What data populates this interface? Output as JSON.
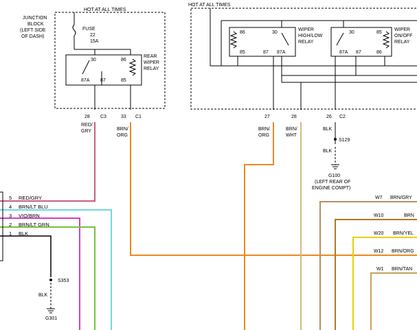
{
  "labels": {
    "junction_block": [
      "JUNCTION",
      "BLOCK",
      "(LEFT SIDE",
      "OF DASH)"
    ],
    "hot_left": "HOT AT ALL TIMES",
    "hot_right": "HOT AT ALL TIMES",
    "fuse": [
      "FUSE",
      "22",
      "15A"
    ],
    "rear_relay": [
      "REAR",
      "WIPER",
      "RELAY"
    ],
    "hl_relay": [
      "WIPER",
      "HIGH/LOW",
      "RELAY"
    ],
    "onoff_relay": [
      "WIPER",
      "ON/OFF",
      "RELAY"
    ],
    "ground_g100": [
      "G100",
      "(LEFT REAR OF",
      "ENGINE COMPT)"
    ],
    "splice_s129": "S129",
    "splice_s353": "S353",
    "ground_g301": "G301"
  },
  "pins": {
    "rear": [
      "30",
      "86",
      "87A",
      "87",
      "85"
    ],
    "hl": [
      "86",
      "30",
      "85",
      "87",
      "87A"
    ],
    "onoff": [
      "30",
      "85",
      "87A",
      "87",
      "86"
    ]
  },
  "connectors": {
    "c3": {
      "pin": "28",
      "name": "C3",
      "wire": [
        "RED/",
        "GRY"
      ]
    },
    "c1": {
      "pin": "33",
      "name": "C1",
      "wire": [
        "BRN/",
        "ORG"
      ]
    },
    "c2a": {
      "pin": "27",
      "wire": [
        "BRN/",
        "ORG"
      ]
    },
    "c2b": {
      "pin": "28",
      "wire": [
        "BRN/",
        "WHT"
      ]
    },
    "c2c": {
      "pin": "26",
      "name": "C2",
      "wire": "BLK"
    },
    "blk_s129": "BLK",
    "blk_s353": "BLK"
  },
  "left_connector_rows": [
    {
      "pin": "5",
      "wire": "RED/GRY",
      "color": "#c8607a"
    },
    {
      "pin": "4",
      "wire": "BRN/LT BLU",
      "color": "#6fd8e0"
    },
    {
      "pin": "3",
      "wire": "VIO/BRN",
      "color": "#d040c0"
    },
    {
      "pin": "2",
      "wire": "BRN/LT GRN",
      "color": "#78c040"
    },
    {
      "pin": "1",
      "wire": "BLK",
      "color": "#000000"
    }
  ],
  "right_wires": [
    {
      "circuit": "W7",
      "wire": "BRN/GRY",
      "color": "#b89060"
    },
    {
      "circuit": "W10",
      "wire": "BRN",
      "color": "#b07820"
    },
    {
      "circuit": "W20",
      "wire": "BRN/YEL",
      "color": "#e8d000"
    },
    {
      "circuit": "W12",
      "wire": "BRN/ORG",
      "color": "#e08020"
    },
    {
      "circuit": "W1",
      "wire": "BRN/TAN",
      "color": "#c8a060"
    }
  ],
  "colors": {
    "red_gry": "#c8607a",
    "brn_org": "#e88a20",
    "brn_wht": "#d8b880",
    "black": "#000000"
  }
}
